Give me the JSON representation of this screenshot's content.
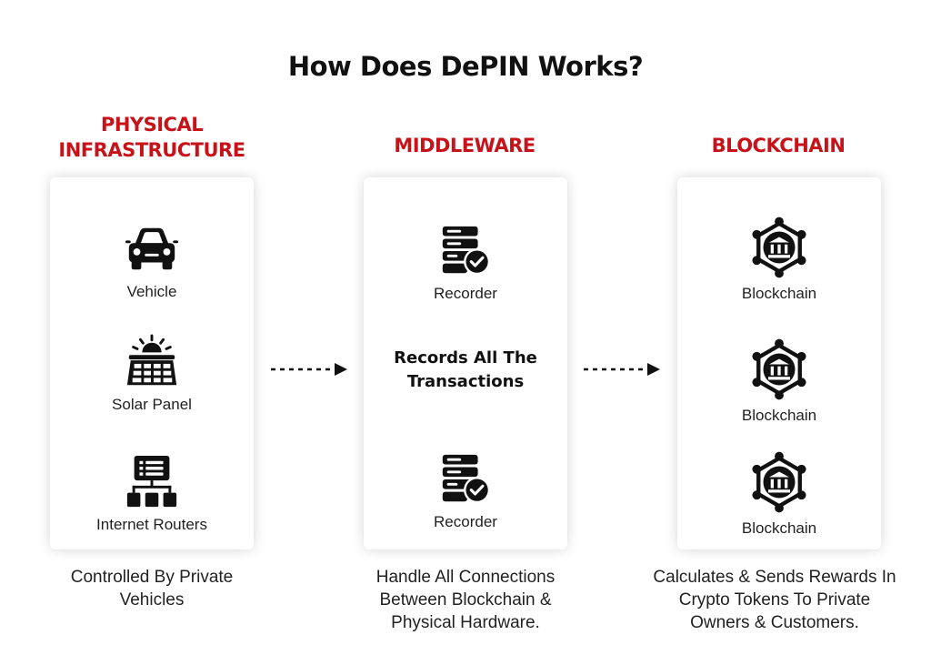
{
  "title": "How Does DePIN Works?",
  "colors": {
    "heading": "#c8121a",
    "text": "#111111",
    "card_background": "#ffffff"
  },
  "columns": [
    {
      "heading_line1": "PHYSICAL",
      "heading_line2": "INFRASTRUCTURE",
      "items": [
        {
          "label": "Vehicle",
          "icon": "car-icon"
        },
        {
          "label": "Solar Panel",
          "icon": "solar-panel-icon"
        },
        {
          "label": "Internet Routers",
          "icon": "router-icon"
        }
      ],
      "caption_line1": "Controlled By Private",
      "caption_line2": "Vehicles"
    },
    {
      "heading": "MIDDLEWARE",
      "items": [
        {
          "label": "Recorder",
          "icon": "recorder-icon"
        },
        {
          "label": "Recorder",
          "icon": "recorder-icon"
        }
      ],
      "center_text_line1": "Records All The",
      "center_text_line2": "Transactions",
      "caption_line1": "Handle All Connections",
      "caption_line2": "Between Blockchain &",
      "caption_line3": "Physical Hardware."
    },
    {
      "heading": "BLOCKCHAIN",
      "items": [
        {
          "label": "Blockchain",
          "icon": "blockchain-bank-icon"
        },
        {
          "label": "Blockchain",
          "icon": "blockchain-bank-icon"
        },
        {
          "label": "Blockchain",
          "icon": "blockchain-bank-icon"
        }
      ],
      "caption_line1": "Calculates & Sends Rewards In",
      "caption_line2": "Crypto Tokens To Private",
      "caption_line3": "Owners & Customers."
    }
  ],
  "arrows": [
    {
      "from": "PHYSICAL INFRASTRUCTURE",
      "to": "MIDDLEWARE",
      "style": "dashed-arrow-right"
    },
    {
      "from": "MIDDLEWARE",
      "to": "BLOCKCHAIN",
      "style": "dashed-arrow-right"
    }
  ]
}
